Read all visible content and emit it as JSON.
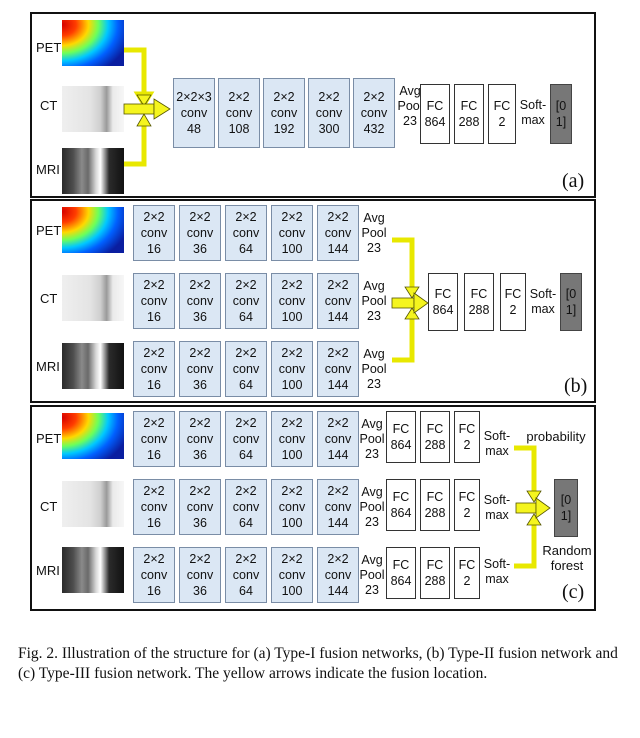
{
  "modalities": [
    "PET",
    "CT",
    "MRI"
  ],
  "panel_a": {
    "convs": [
      {
        "kernel": "2×2×3",
        "op": "conv",
        "ch": "48"
      },
      {
        "kernel": "2×2",
        "op": "conv",
        "ch": "108"
      },
      {
        "kernel": "2×2",
        "op": "conv",
        "ch": "192"
      },
      {
        "kernel": "2×2",
        "op": "conv",
        "ch": "300"
      },
      {
        "kernel": "2×2",
        "op": "conv",
        "ch": "432"
      }
    ],
    "pool": [
      "Avg",
      "Pool",
      "23"
    ],
    "fcs": [
      [
        "FC",
        "864"
      ],
      [
        "FC",
        "288"
      ],
      [
        "FC",
        "2"
      ]
    ],
    "softmax": [
      "Soft-",
      "max"
    ],
    "output": [
      "[0",
      "1]"
    ],
    "tag": "(a)"
  },
  "panel_b": {
    "convs": [
      {
        "kernel": "2×2",
        "op": "conv",
        "ch": "16"
      },
      {
        "kernel": "2×2",
        "op": "conv",
        "ch": "36"
      },
      {
        "kernel": "2×2",
        "op": "conv",
        "ch": "64"
      },
      {
        "kernel": "2×2",
        "op": "conv",
        "ch": "100"
      },
      {
        "kernel": "2×2",
        "op": "conv",
        "ch": "144"
      }
    ],
    "pool": [
      "Avg",
      "Pool",
      "23"
    ],
    "fcs": [
      [
        "FC",
        "864"
      ],
      [
        "FC",
        "288"
      ],
      [
        "FC",
        "2"
      ]
    ],
    "softmax": [
      "Soft-",
      "max"
    ],
    "output": [
      "[0",
      "1]"
    ],
    "tag": "(b)"
  },
  "panel_c": {
    "convs": [
      {
        "kernel": "2×2",
        "op": "conv",
        "ch": "16"
      },
      {
        "kernel": "2×2",
        "op": "conv",
        "ch": "36"
      },
      {
        "kernel": "2×2",
        "op": "conv",
        "ch": "64"
      },
      {
        "kernel": "2×2",
        "op": "conv",
        "ch": "100"
      },
      {
        "kernel": "2×2",
        "op": "conv",
        "ch": "144"
      }
    ],
    "pool": [
      "Avg",
      "Pool",
      "23"
    ],
    "fcs": [
      [
        "FC",
        "864"
      ],
      [
        "FC",
        "288"
      ],
      [
        "FC",
        "2"
      ]
    ],
    "softmax": [
      "Soft-",
      "max"
    ],
    "probability": "probability",
    "random_forest": [
      "Random",
      "forest"
    ],
    "output": [
      "[0",
      "1]"
    ],
    "tag": "(c)"
  },
  "caption": "Fig. 2.   Illustration of the structure for (a) Type-I fusion networks, (b) Type-II fusion network and (c) Type-III fusion network. The yellow arrows indicate the fusion location.",
  "colors": {
    "conv_fill": "#dbe7f4",
    "arrow": "#f5f51e",
    "output_fill": "#777777"
  }
}
